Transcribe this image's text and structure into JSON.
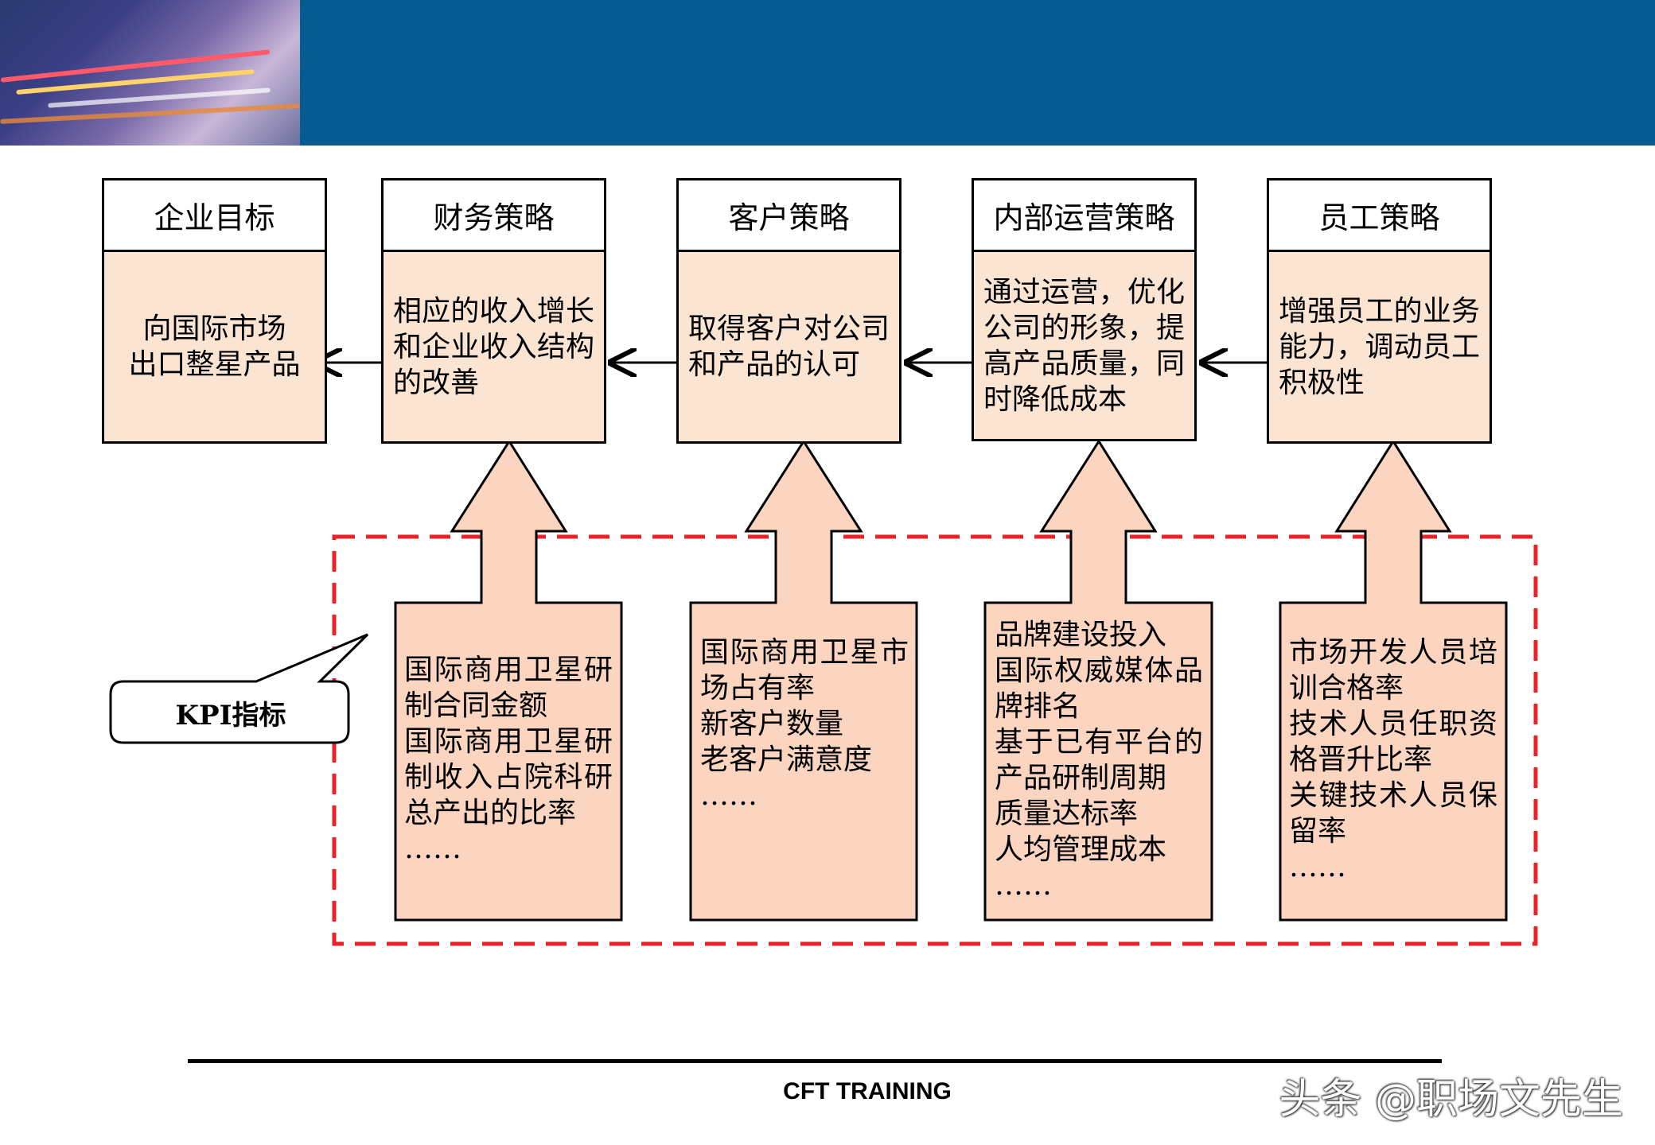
{
  "strategy_boxes": [
    {
      "title": "企业目标",
      "body": "向国际市场\n出口整星产品"
    },
    {
      "title": "财务策略",
      "body": "相应的收入增长和企业收入结构的改善"
    },
    {
      "title": "客户策略",
      "body": "取得客户对公司和产品的认可"
    },
    {
      "title": "内部运营策略",
      "body": "通过运营，优化公司的形象，提高产品质量，同时降低成本"
    },
    {
      "title": "员工策略",
      "body": "增强员工的业务能力，调动员工积极性"
    }
  ],
  "kpi_label": "KPI指标",
  "kpi_boxes": [
    {
      "lines": "国际商用卫星研制合同金额\n国际商用卫星研制收入占院科研总产出的比率\n……"
    },
    {
      "lines": "国际商用卫星市场占有率\n新客户数量\n老客户满意度\n……"
    },
    {
      "lines": "品牌建设投入\n国际权威媒体品牌排名\n基于已有平台的产品研制周期\n质量达标率\n人均管理成本\n……"
    },
    {
      "lines": "市场开发人员培训合格率\n技术人员任职资格晋升比率\n关键技术人员保留率\n……"
    }
  ],
  "footer": "CFT TRAINING",
  "watermark": "头条 @职场文先生",
  "colors": {
    "banner": "#065b91",
    "box_fill": "#fbe5d2",
    "kpi_fill": "#fbd5bf",
    "dashed_border": "#e8232a"
  }
}
